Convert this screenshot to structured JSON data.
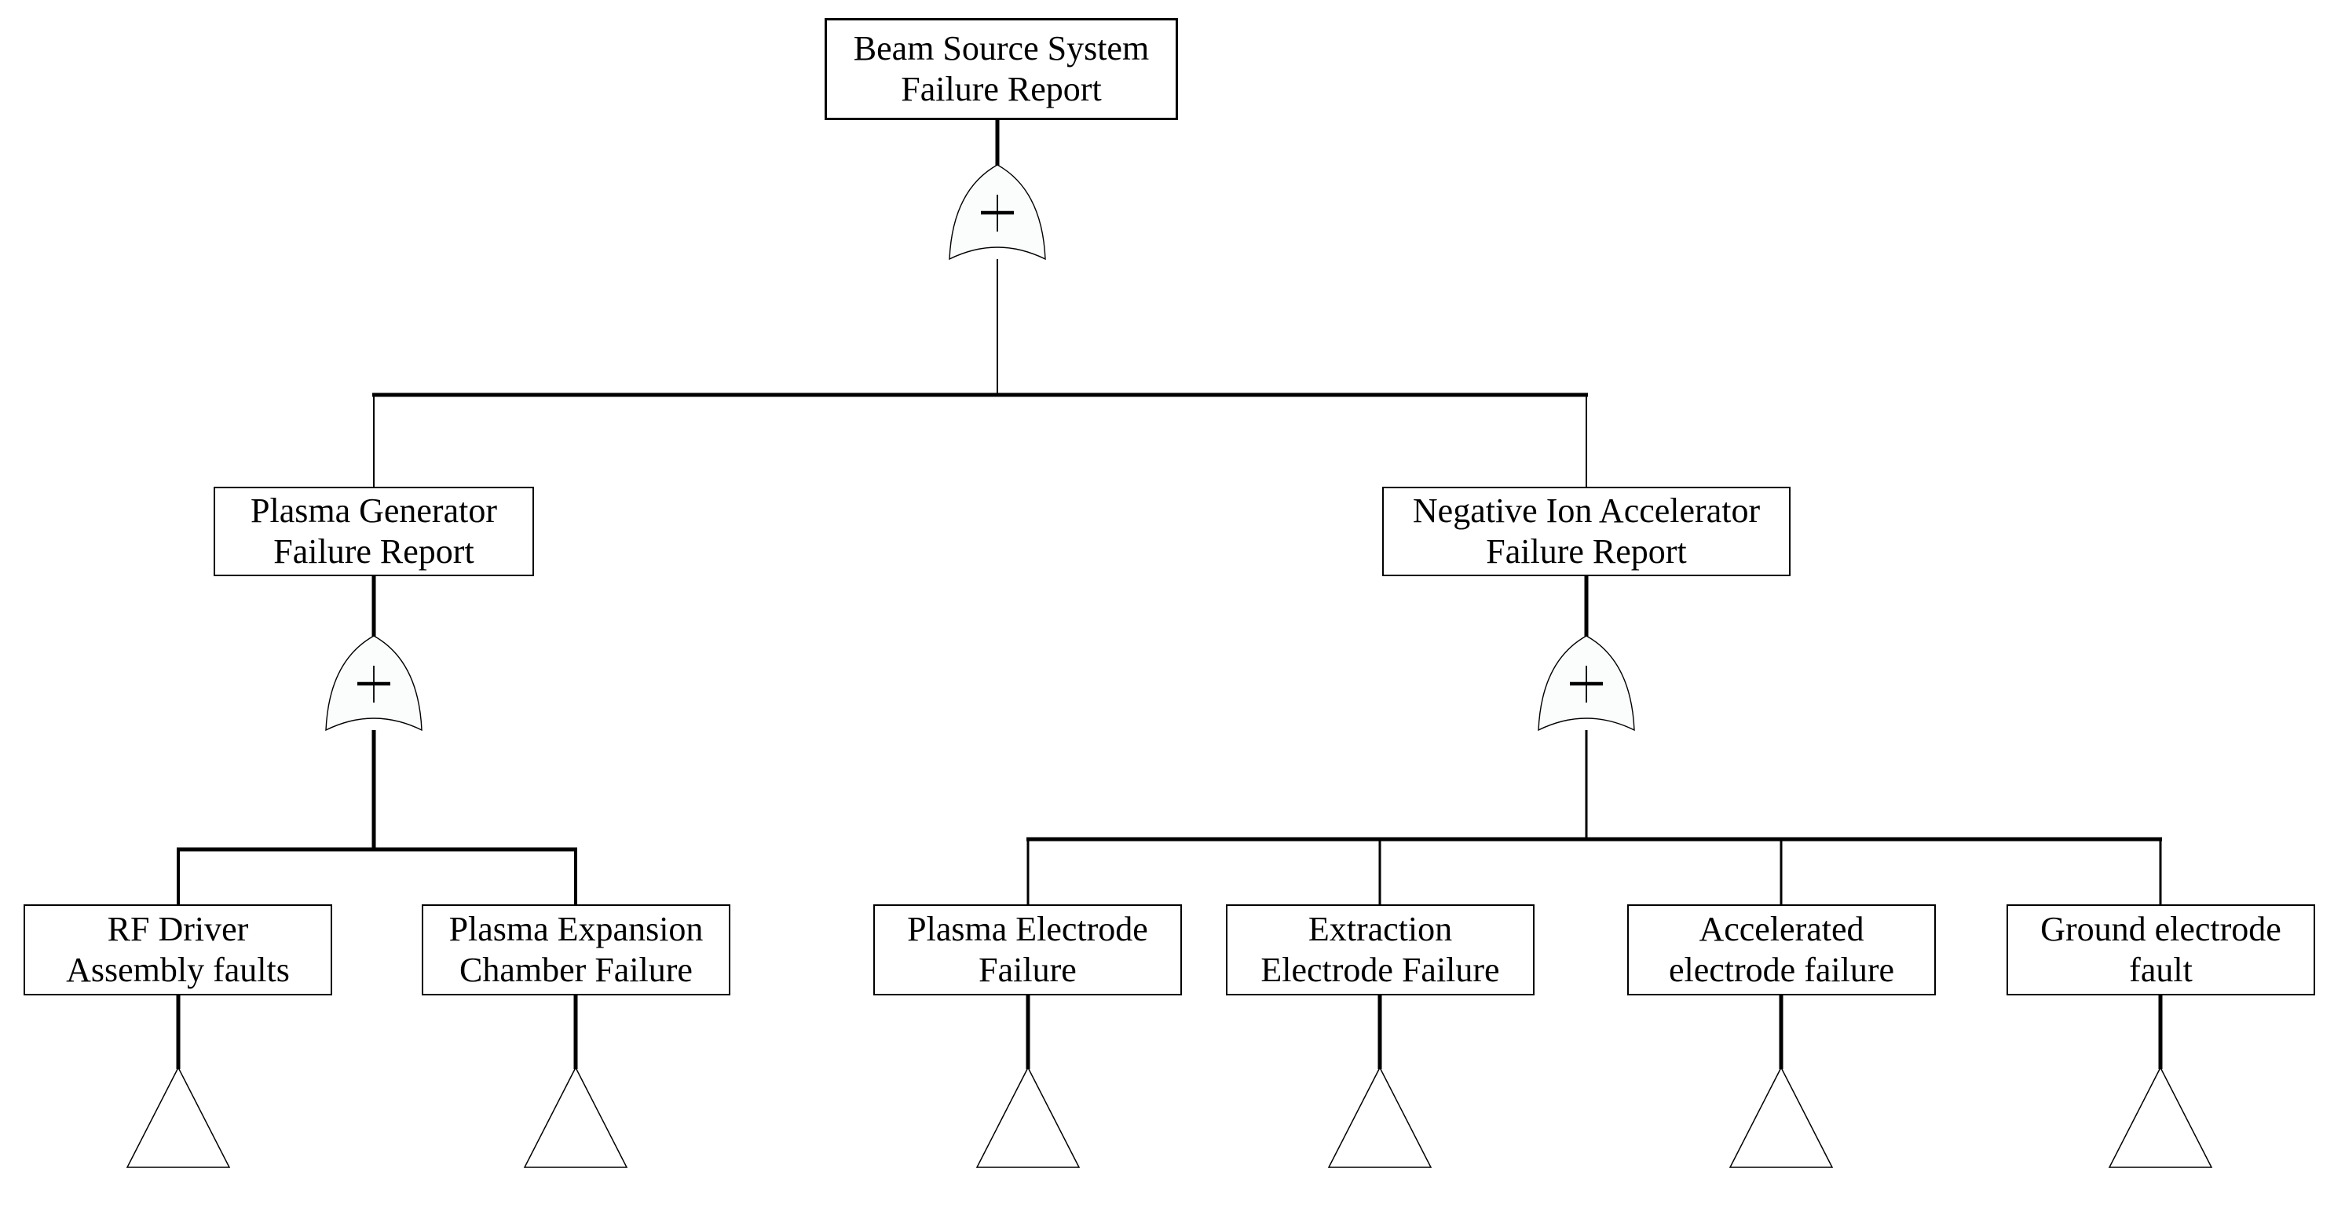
{
  "nodes": {
    "beam_source_system": {
      "line1": "Beam Source System",
      "line2": "Failure Report"
    },
    "plasma_generator": {
      "line1": "Plasma Generator",
      "line2": "Failure Report"
    },
    "negative_ion_accelerator": {
      "line1": "Negative Ion Accelerator",
      "line2": "Failure Report"
    },
    "rf_driver": {
      "line1": "RF Driver",
      "line2": "Assembly faults"
    },
    "plasma_expansion": {
      "line1": "Plasma Expansion",
      "line2": "Chamber Failure"
    },
    "plasma_electrode": {
      "line1": "Plasma Electrode",
      "line2": "Failure"
    },
    "extraction_electrode": {
      "line1": "Extraction",
      "line2": "Electrode Failure"
    },
    "accelerated_electrode": {
      "line1": "Accelerated",
      "line2": "electrode failure"
    },
    "ground_electrode": {
      "line1": "Ground electrode",
      "line2": "fault"
    }
  },
  "gates": {
    "type": "or-gate",
    "symbol": "+",
    "count": 3
  },
  "transfer_symbols": {
    "shape": "triangle",
    "count": 6
  },
  "colors": {
    "background": "#ffffff",
    "line": "#000000",
    "text": "#000000",
    "gate_fill": "#fbfcfc",
    "triangle_fill": "#ffffff"
  }
}
